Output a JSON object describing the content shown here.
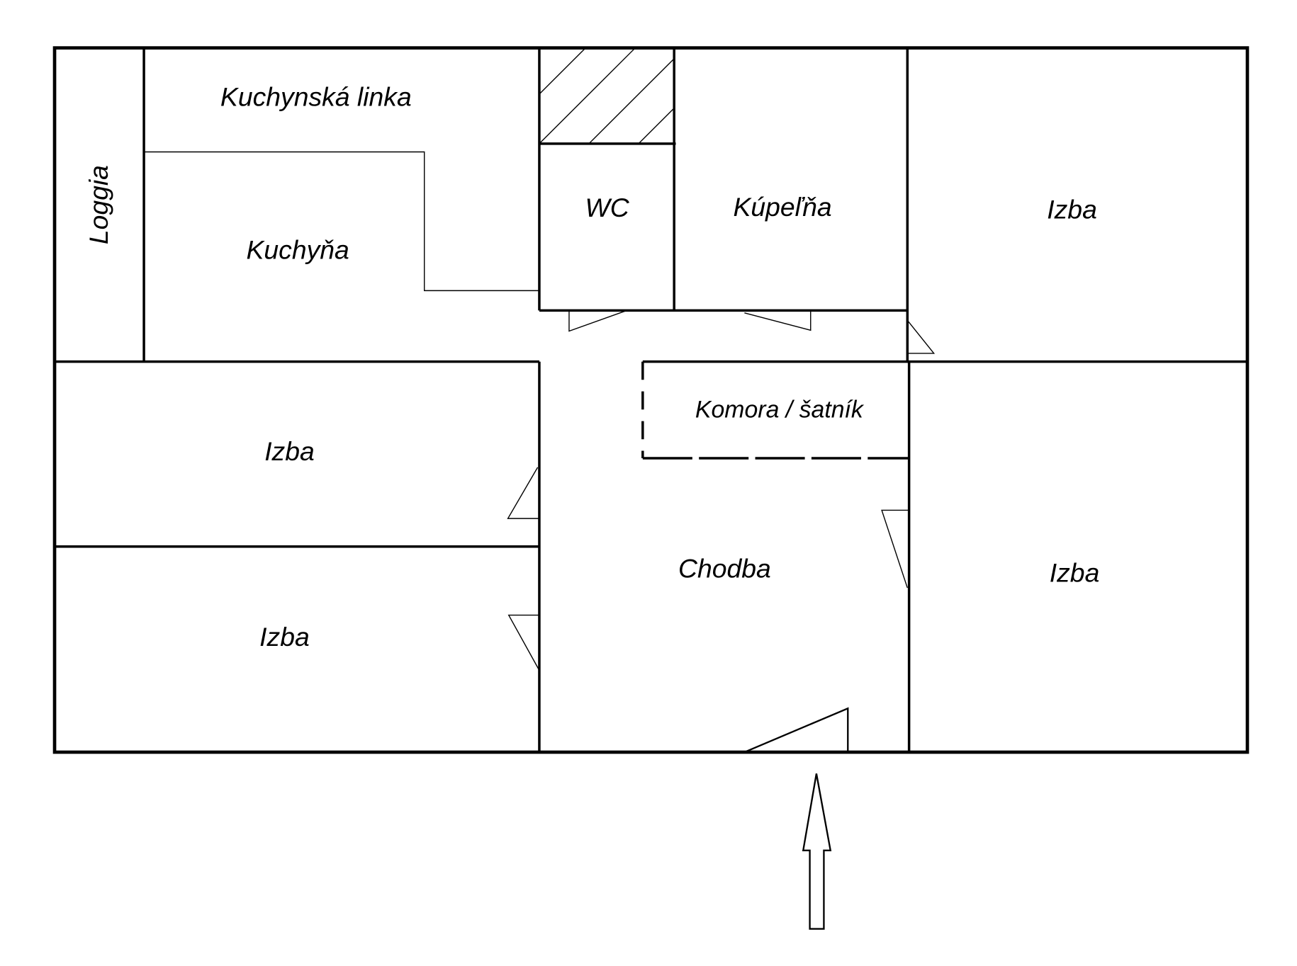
{
  "floorplan": {
    "rooms": {
      "loggia": "Loggia",
      "kitchen_counter": "Kuchynská linka",
      "kitchen": "Kuchyňa",
      "wc": "WC",
      "bathroom": "Kúpeľňa",
      "room_top_right": "Izba",
      "room_left_top": "Izba",
      "room_left_bottom": "Izba",
      "storage": "Komora / šatník",
      "hallway": "Chodba",
      "room_bottom_right": "Izba"
    },
    "entrance_icon": "arrow-up-icon"
  }
}
